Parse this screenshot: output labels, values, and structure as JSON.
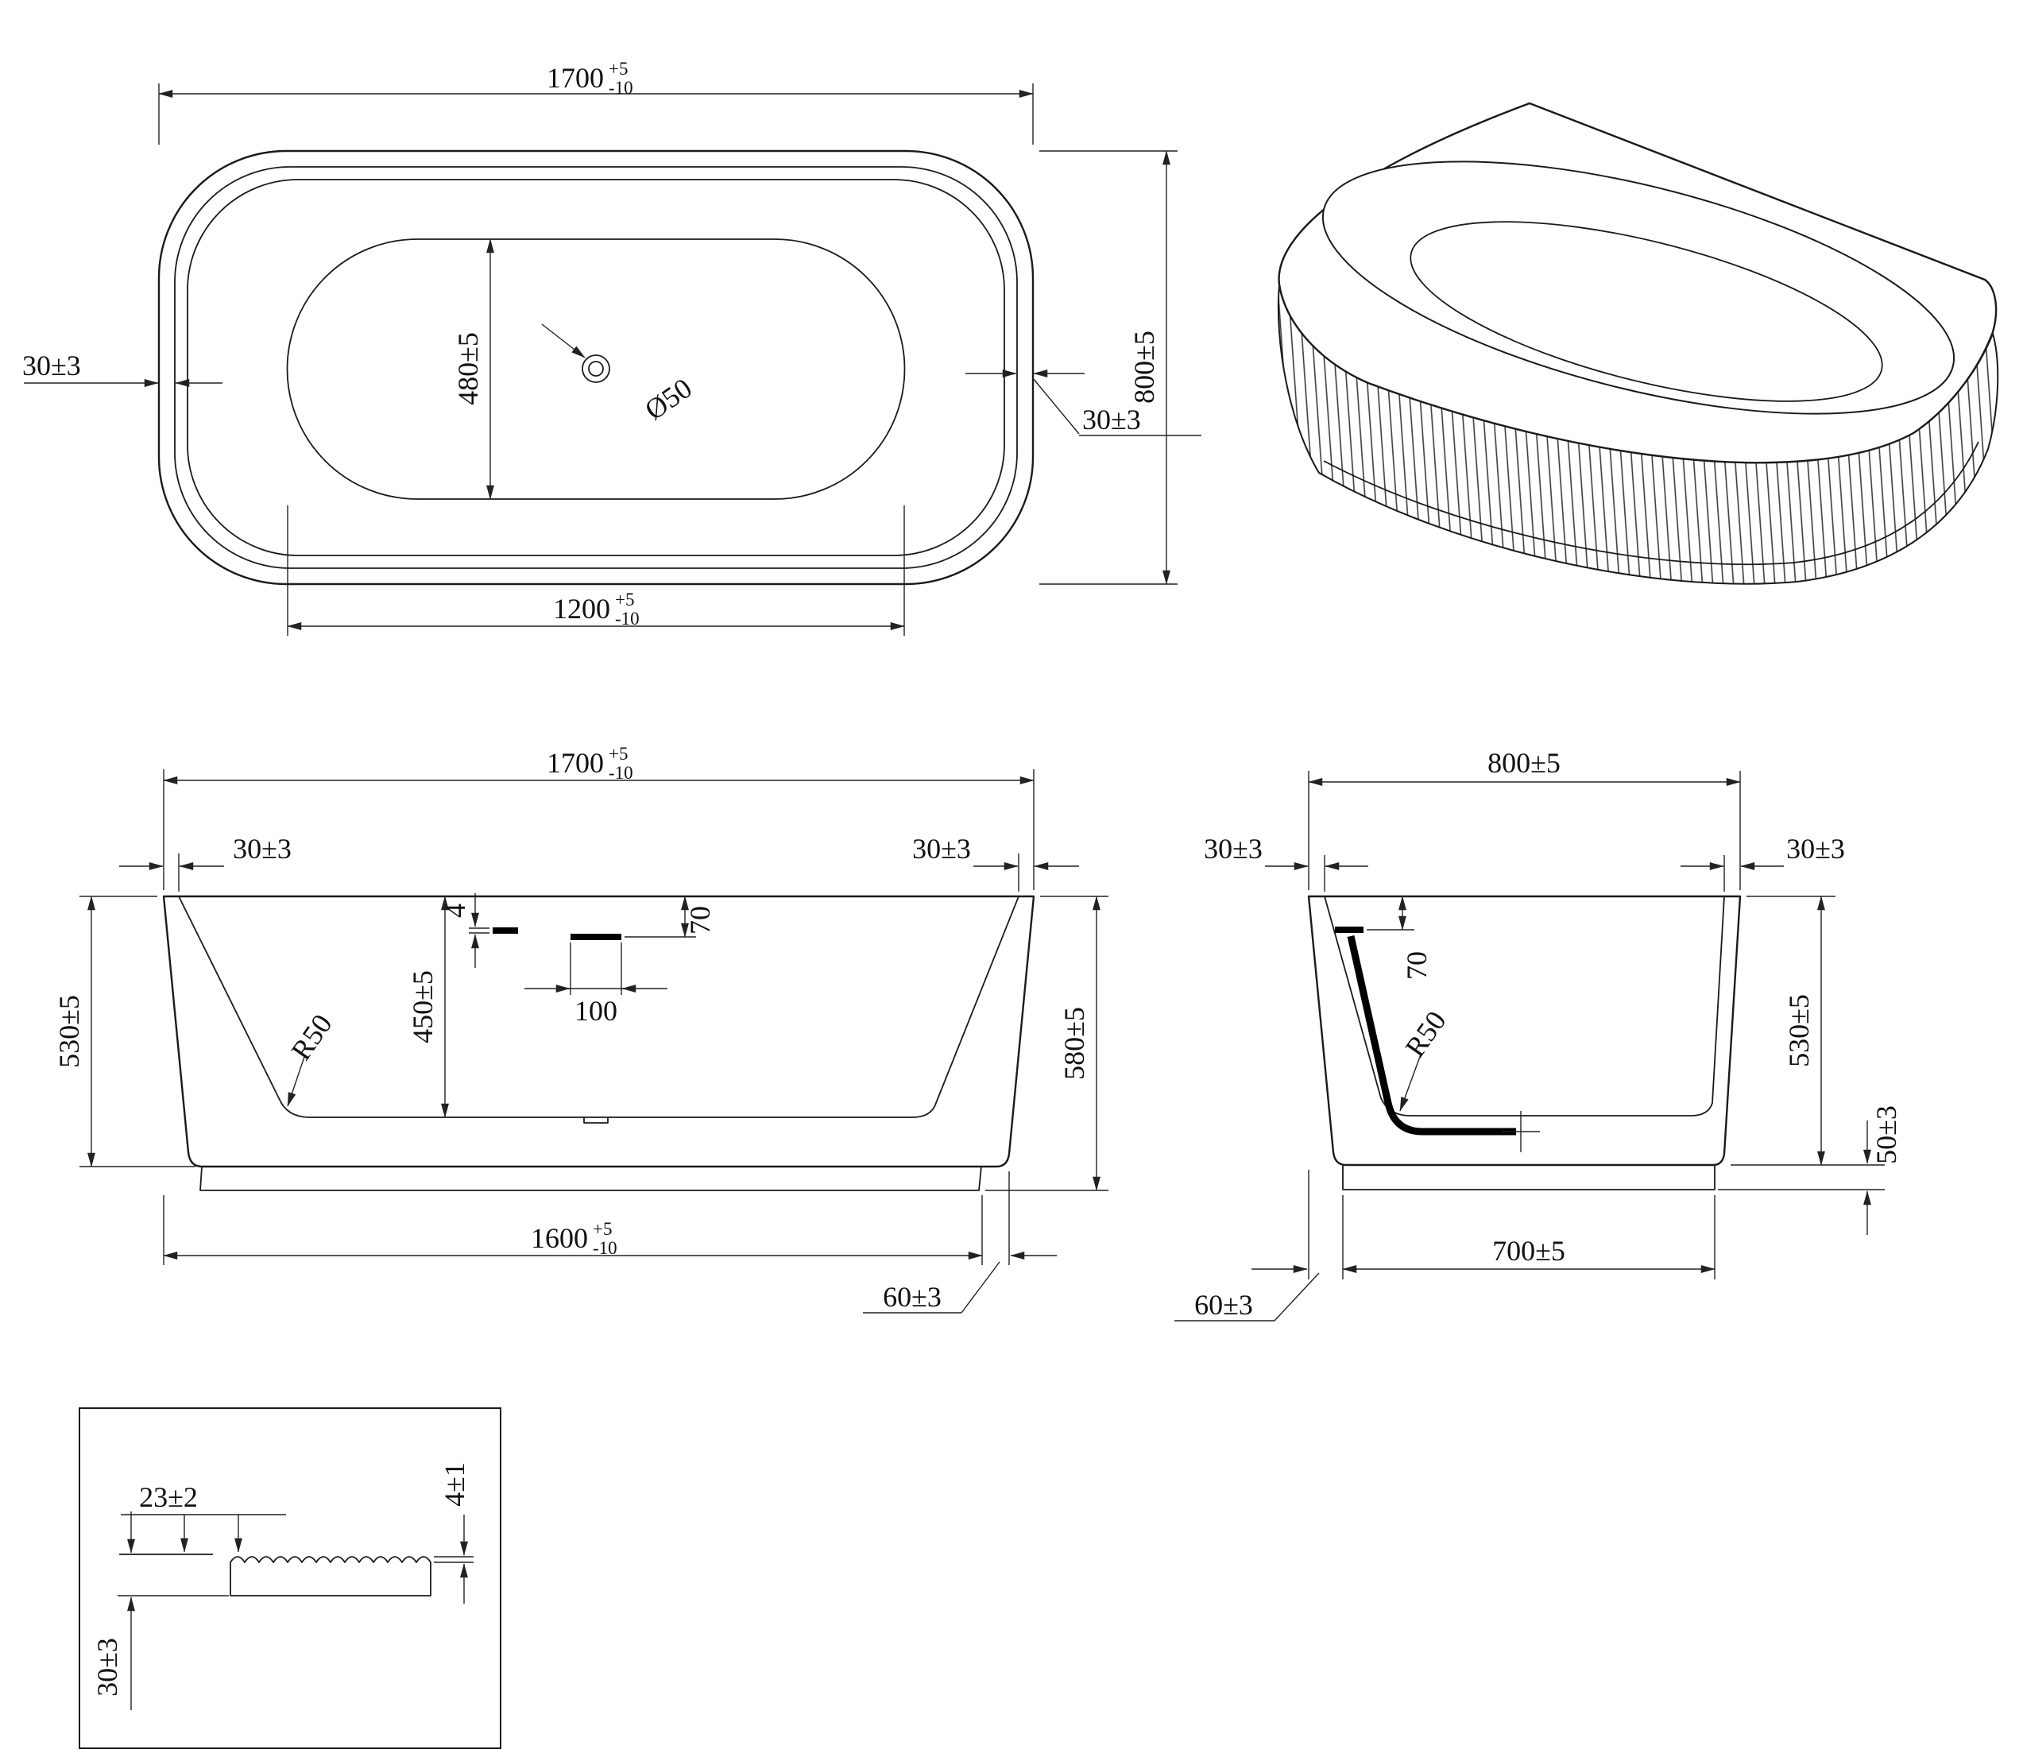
{
  "drawing": {
    "plan": {
      "length": {
        "value": "1700",
        "tol_up": "+5",
        "tol_down": "-10"
      },
      "width": "800±5",
      "basin_width": "480±5",
      "basin_length": {
        "value": "1200",
        "tol_up": "+5",
        "tol_down": "-10"
      },
      "rim_left": "30±3",
      "rim_right": "30±3",
      "drain": "Ø50"
    },
    "front": {
      "length": {
        "value": "1700",
        "tol_up": "+5",
        "tol_down": "-10"
      },
      "rim_left": "30±3",
      "rim_right": "30±3",
      "height": "530±5",
      "depth": "450±5",
      "overall_height": "580±5",
      "overflow_drop": "70",
      "overflow_width": "100",
      "slot_thickness": "4",
      "fillet": "R50",
      "base_length": {
        "value": "1600",
        "tol_up": "+5",
        "tol_down": "-10"
      },
      "base_offset": "60±3"
    },
    "side": {
      "width": "800±5",
      "rim_left": "30±3",
      "rim_right": "30±3",
      "overflow_drop": "70",
      "fillet": "R50",
      "height": "530±5",
      "plinth_height": "50±3",
      "base_width": "700±5",
      "base_offset": "60±3"
    },
    "detail": {
      "flute_pitch": "23±2",
      "flute_depth": "4±1",
      "rim_thickness": "30±3"
    }
  }
}
